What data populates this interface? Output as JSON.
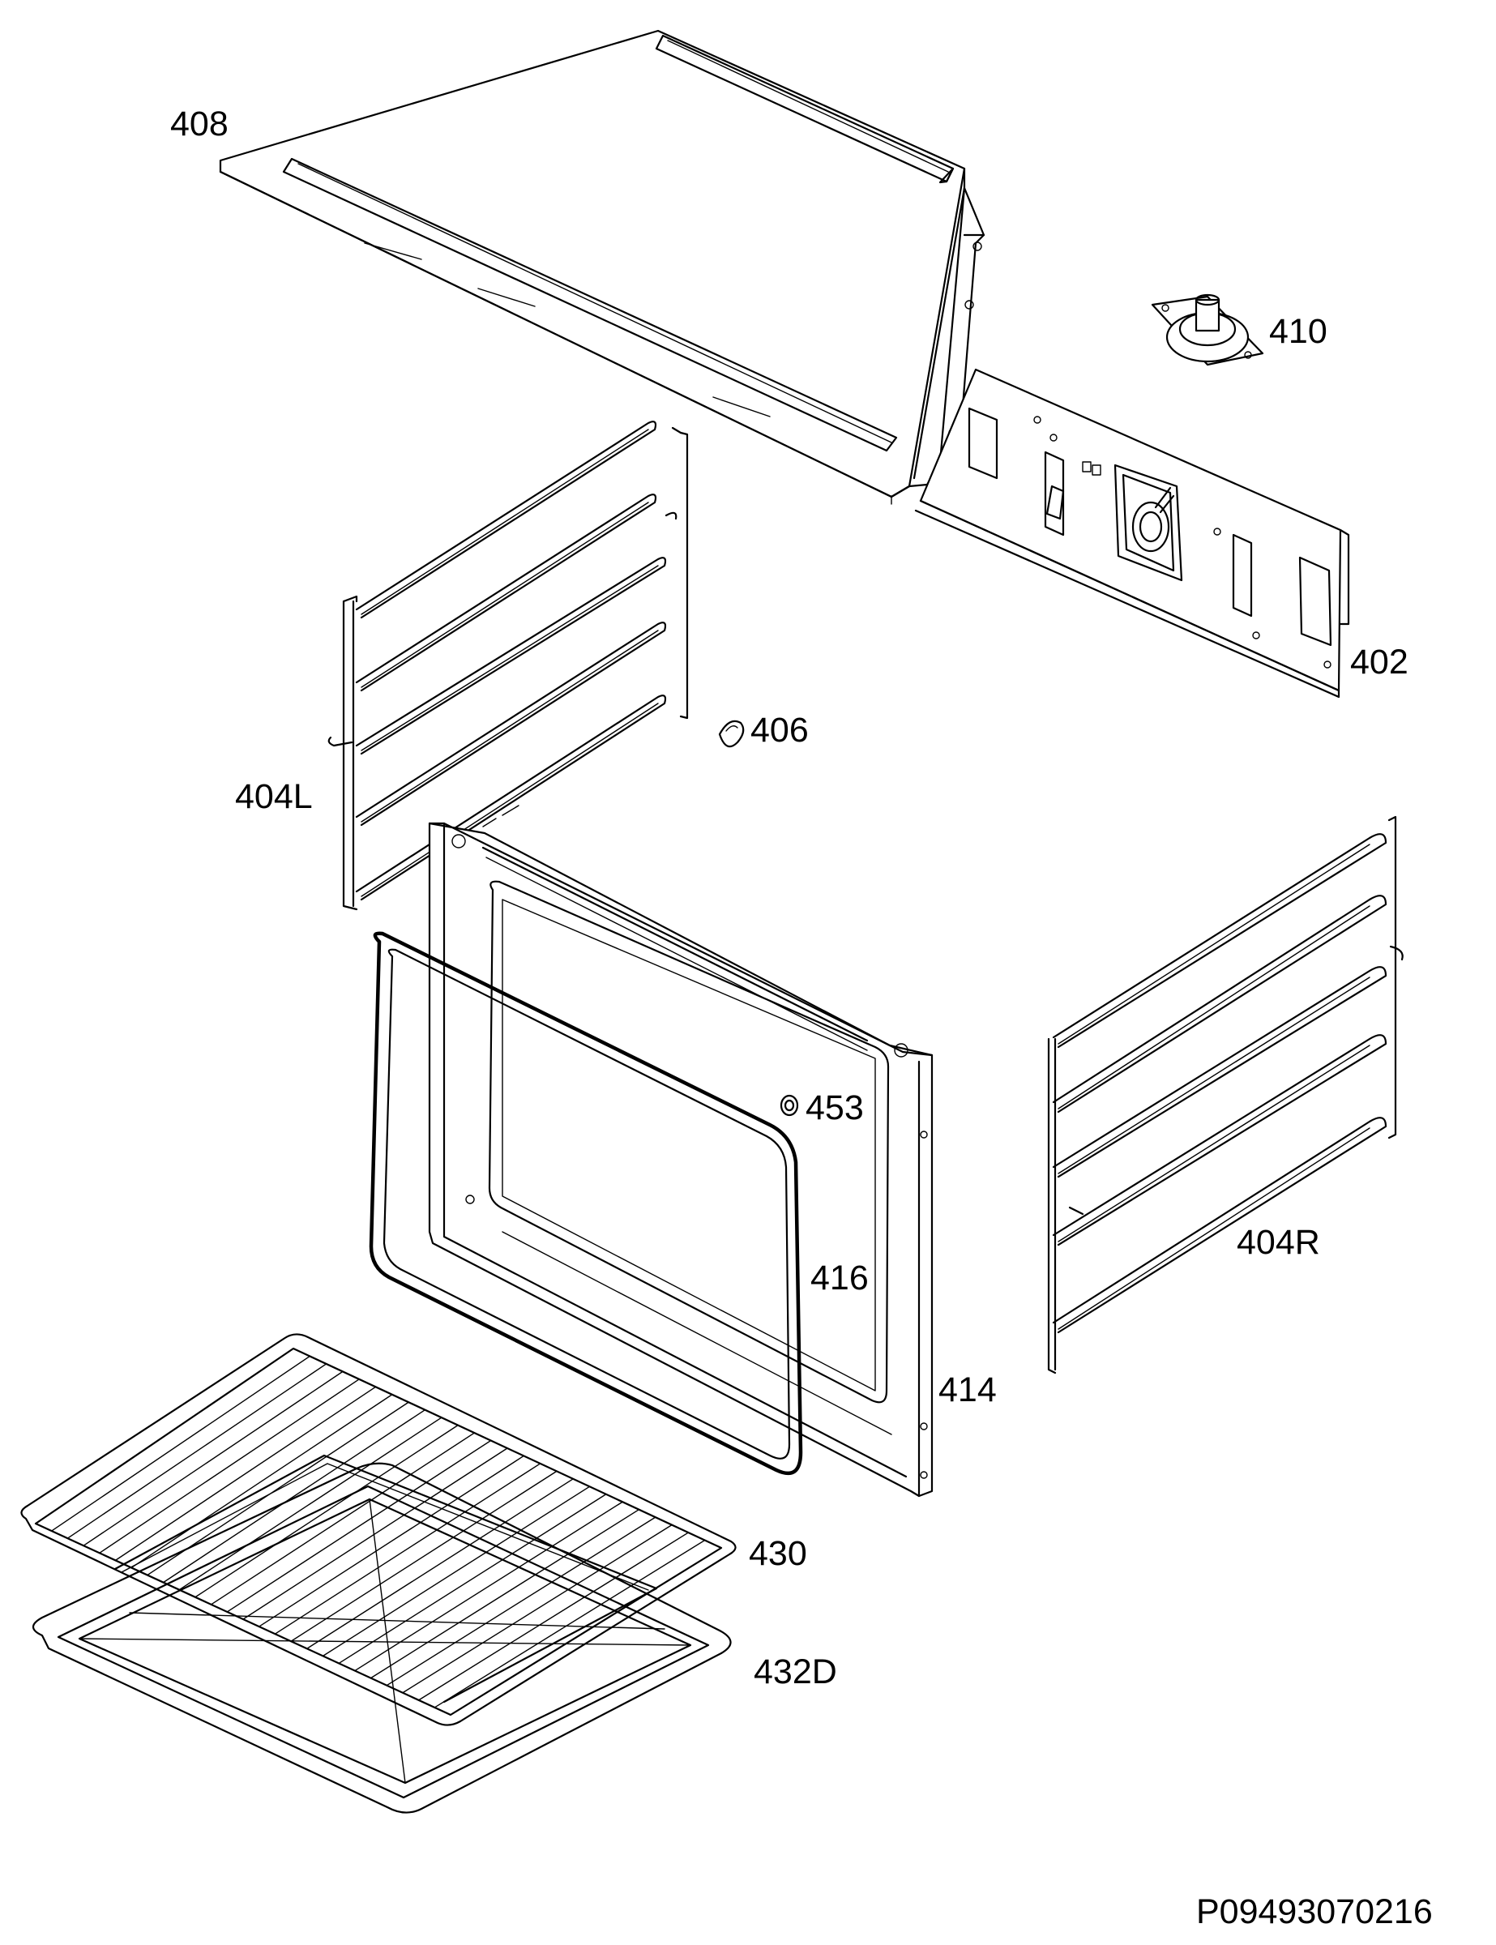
{
  "diagram": {
    "type": "exploded-parts-view",
    "line_color": "#000000",
    "background": "#ffffff",
    "parts": [
      {
        "id": "p408",
        "label": "408"
      },
      {
        "id": "p410",
        "label": "410"
      },
      {
        "id": "p402",
        "label": "402"
      },
      {
        "id": "p406",
        "label": "406"
      },
      {
        "id": "p404l",
        "label": "404L"
      },
      {
        "id": "p453",
        "label": "453"
      },
      {
        "id": "p416",
        "label": "416"
      },
      {
        "id": "p404r",
        "label": "404R"
      },
      {
        "id": "p414",
        "label": "414"
      },
      {
        "id": "p430",
        "label": "430"
      },
      {
        "id": "p432d",
        "label": "432D"
      }
    ],
    "document_code": "P09493070216"
  }
}
